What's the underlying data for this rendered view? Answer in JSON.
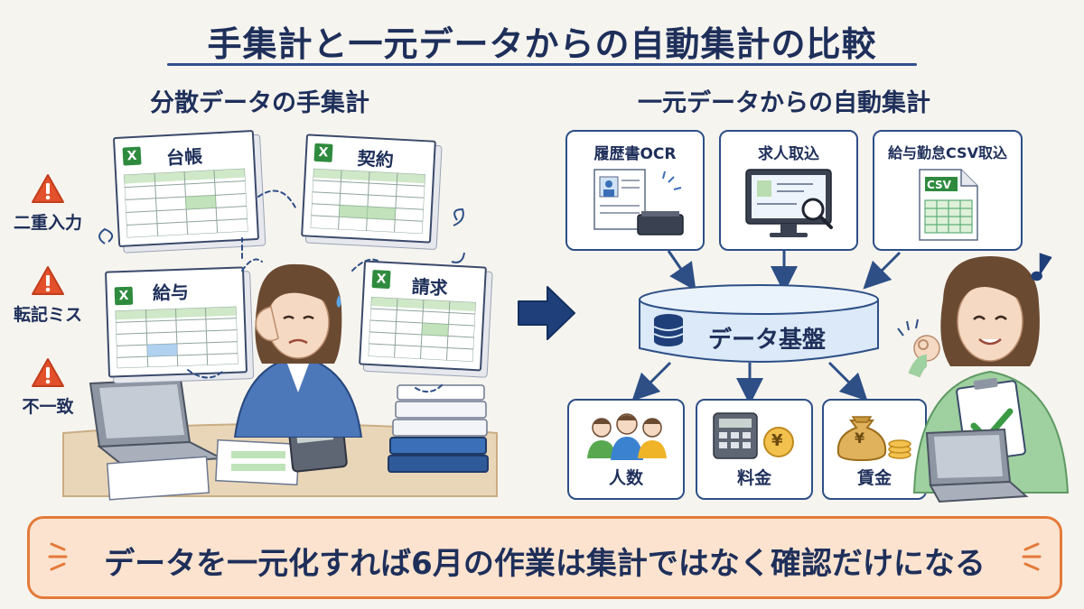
{
  "title": "手集計と一元データからの自動集計の比較",
  "left": {
    "heading": "分散データの手集計",
    "warnings": [
      "二重入力",
      "転記ミス",
      "不一致"
    ],
    "sheets": [
      "台帳",
      "契約",
      "給与",
      "請求"
    ],
    "excel_icon_letter": "X"
  },
  "right": {
    "heading": "一元データからの自動集計",
    "sources": [
      "履歴書OCR",
      "求人取込",
      "給与勤怠CSV取込"
    ],
    "csv_file_label": "CSV",
    "database_label": "データ基盤",
    "outputs": [
      "人数",
      "料金",
      "賃金"
    ],
    "yen_symbol": "¥"
  },
  "banner": "データを一元化すれば6月の作業は集計ではなく確認だけになる",
  "colors": {
    "navy": "#1e2f5a",
    "warning_red": "#e2512b",
    "excel_green": "#2e8b3e",
    "banner_fill": "#fbe3cf",
    "banner_border": "#e47a3a",
    "db_fill": "#dbe9f8"
  },
  "icons": [
    "warning-icon",
    "excel-icon",
    "scanner-icon",
    "monitor-search-icon",
    "csv-file-icon",
    "database-icon",
    "people-icon",
    "calculator-icon",
    "money-bag-icon",
    "check-icon",
    "arrow-right-icon",
    "music-note-icon"
  ]
}
